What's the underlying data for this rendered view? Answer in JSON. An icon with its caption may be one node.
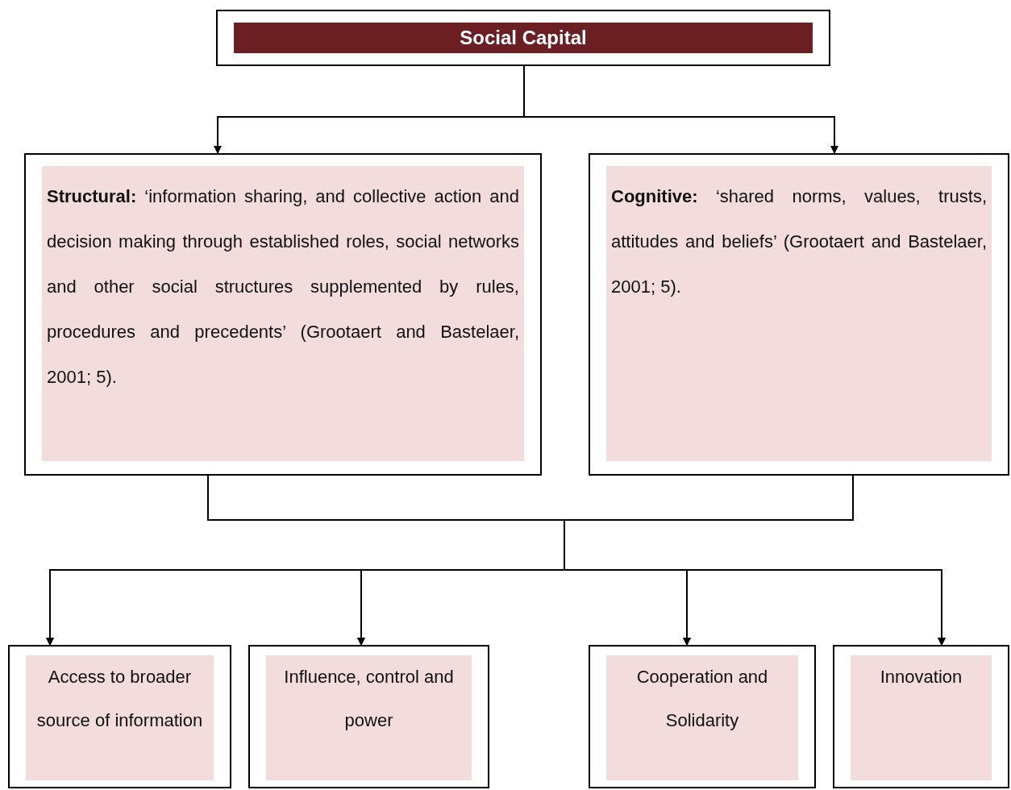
{
  "diagram": {
    "nodes": [
      {
        "text": [
          "Social Capital"
        ]
      },
      {
        "text": [
          "**Structural:** ‘information sharing, and collective action and decision making through established roles, social networks and other social structures supplemented by rules, procedures and precedents’ (Grootaert and Bastelaer, 2001; 5)."
        ]
      },
      {
        "text": [
          "**Cognitive:** ‘shared norms, values, trusts, attitudes and beliefs’ (Grootaert and Bastelaer, 2001; 5)."
        ]
      },
      {
        "text": [
          "Access to broader source of information"
        ]
      },
      {
        "text": [
          "Influence, control and power"
        ]
      },
      {
        "text": [
          "Cooperation and Solidarity"
        ]
      },
      {
        "text": [
          "Innovation"
        ]
      }
    ],
    "edges": [
      {
        "from": 0,
        "to": 1,
        "arrow": "to"
      },
      {
        "from": 0,
        "to": 2,
        "arrow": "to"
      },
      {
        "from": 1,
        "to": 3,
        "arrow": "to"
      },
      {
        "from": 1,
        "to": 4,
        "arrow": "to"
      },
      {
        "from": 1,
        "to": 5,
        "arrow": "to"
      },
      {
        "from": 1,
        "to": 6,
        "arrow": "to"
      },
      {
        "from": 2,
        "to": 3,
        "arrow": "to"
      },
      {
        "from": 2,
        "to": 4,
        "arrow": "to"
      },
      {
        "from": 2,
        "to": 5,
        "arrow": "to"
      },
      {
        "from": 2,
        "to": 6,
        "arrow": "to"
      }
    ]
  }
}
